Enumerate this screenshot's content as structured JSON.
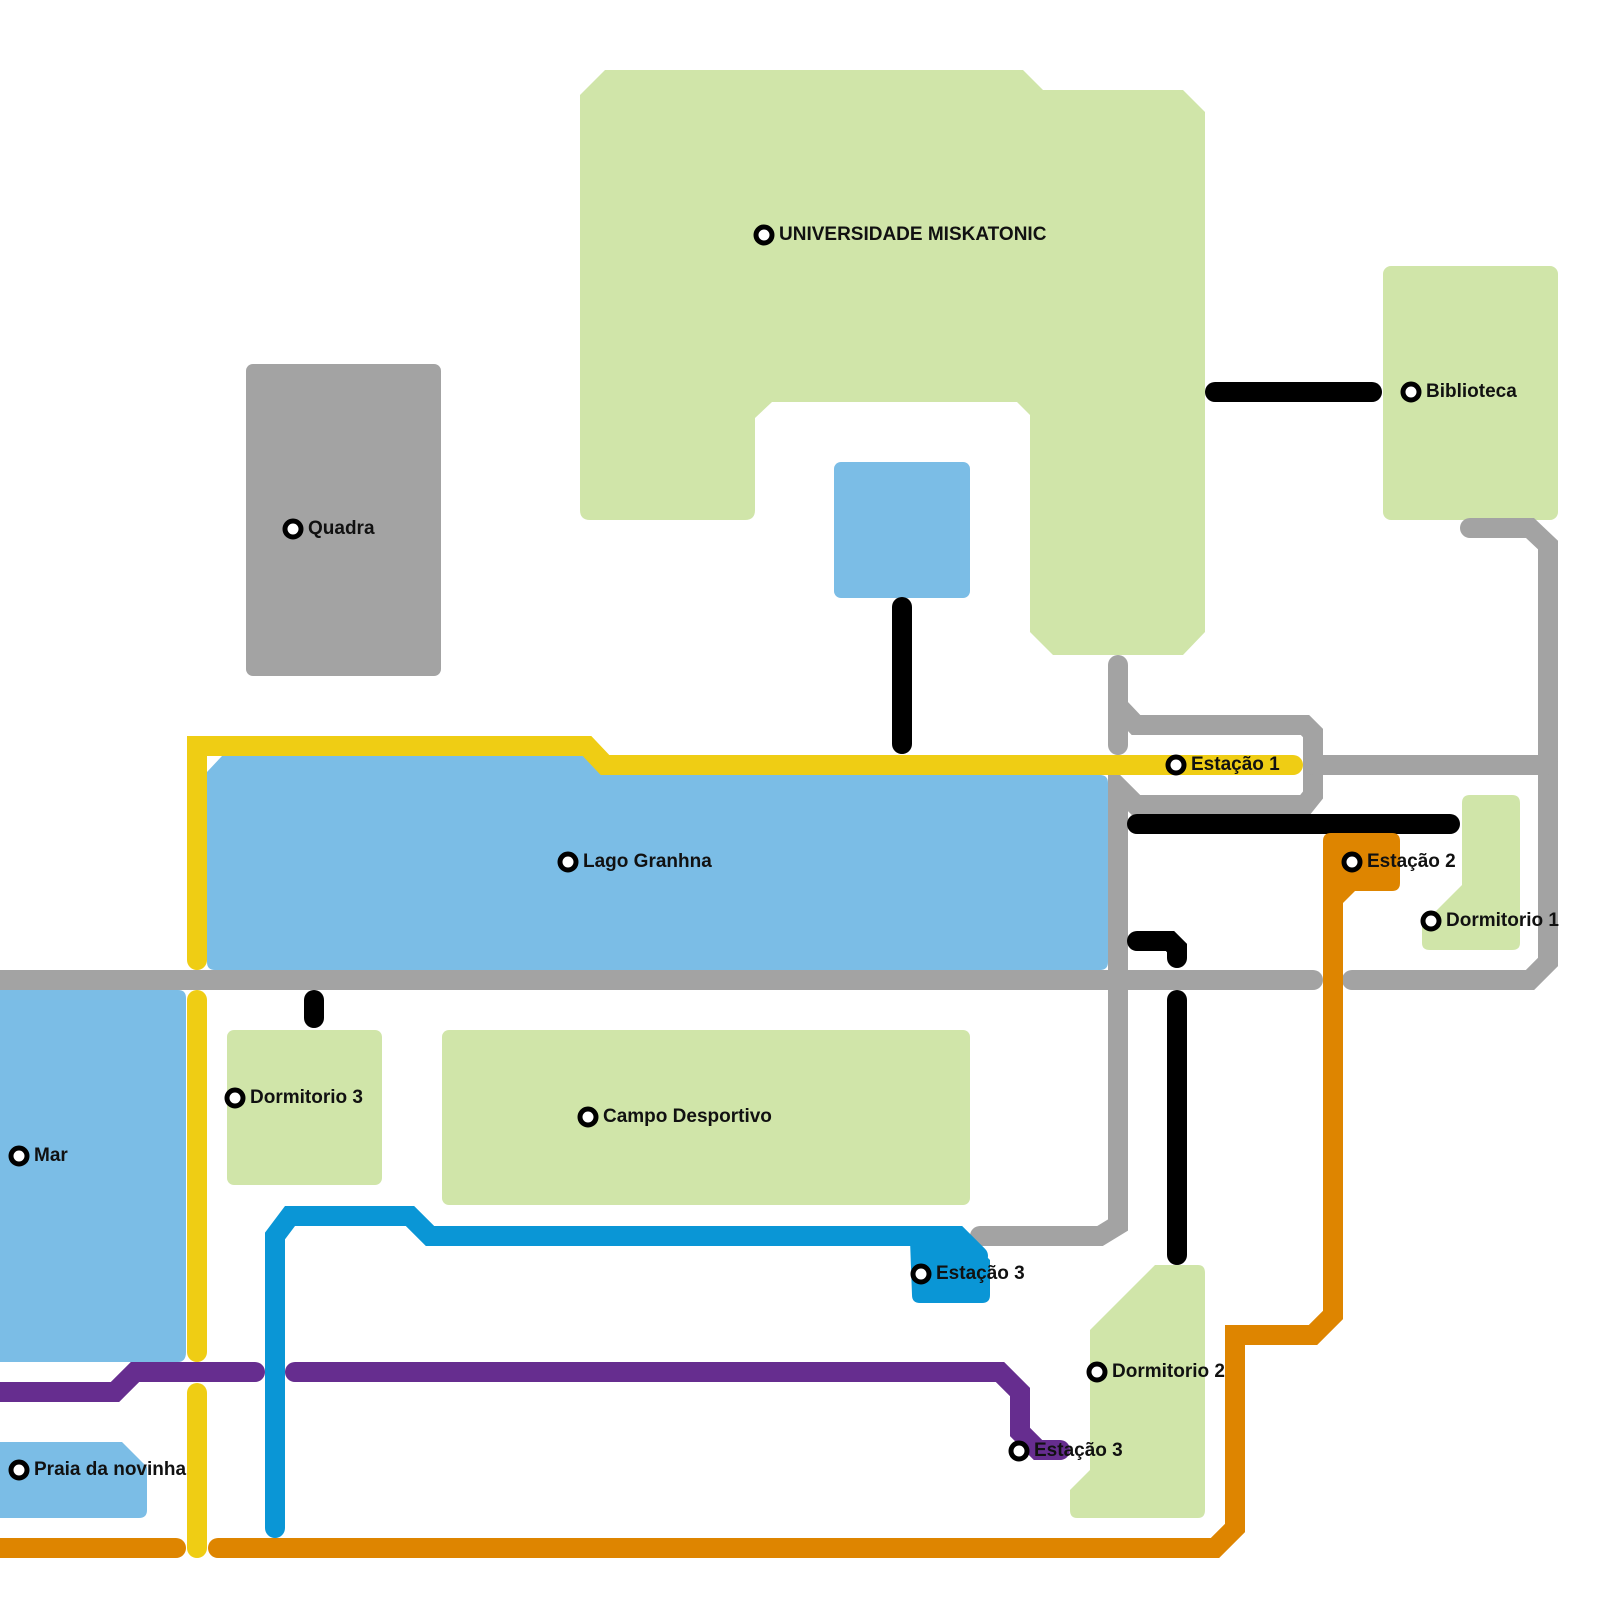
{
  "title": "Campus map",
  "colors": {
    "green_area": "#d0e5a9",
    "water": "#7bbde6",
    "court": "#a3a3a3",
    "road": "#a3a3a3",
    "line_yellow": "#efcd14",
    "line_blue": "#0a96d6",
    "line_purple": "#662d8f",
    "line_orange": "#de8500",
    "line_black": "#000000"
  },
  "places": [
    {
      "id": "universidade",
      "label": "UNIVERSIDADE MISKATONIC"
    },
    {
      "id": "biblioteca",
      "label": "Biblioteca"
    },
    {
      "id": "quadra",
      "label": "Quadra"
    },
    {
      "id": "lago",
      "label": "Lago Granhna"
    },
    {
      "id": "estacao1",
      "label": "Estação 1"
    },
    {
      "id": "estacao2",
      "label": "Estação 2"
    },
    {
      "id": "dormitorio1",
      "label": "Dormitorio 1"
    },
    {
      "id": "dormitorio3",
      "label": "Dormitorio 3"
    },
    {
      "id": "campo",
      "label": "Campo Desportivo"
    },
    {
      "id": "mar",
      "label": "Mar"
    },
    {
      "id": "estacao3_blue",
      "label": "Estação 3"
    },
    {
      "id": "dormitorio2",
      "label": "Dormitorio 2"
    },
    {
      "id": "estacao3_purple",
      "label": "Estação 3"
    },
    {
      "id": "praia",
      "label": "Praia da novinha"
    }
  ]
}
